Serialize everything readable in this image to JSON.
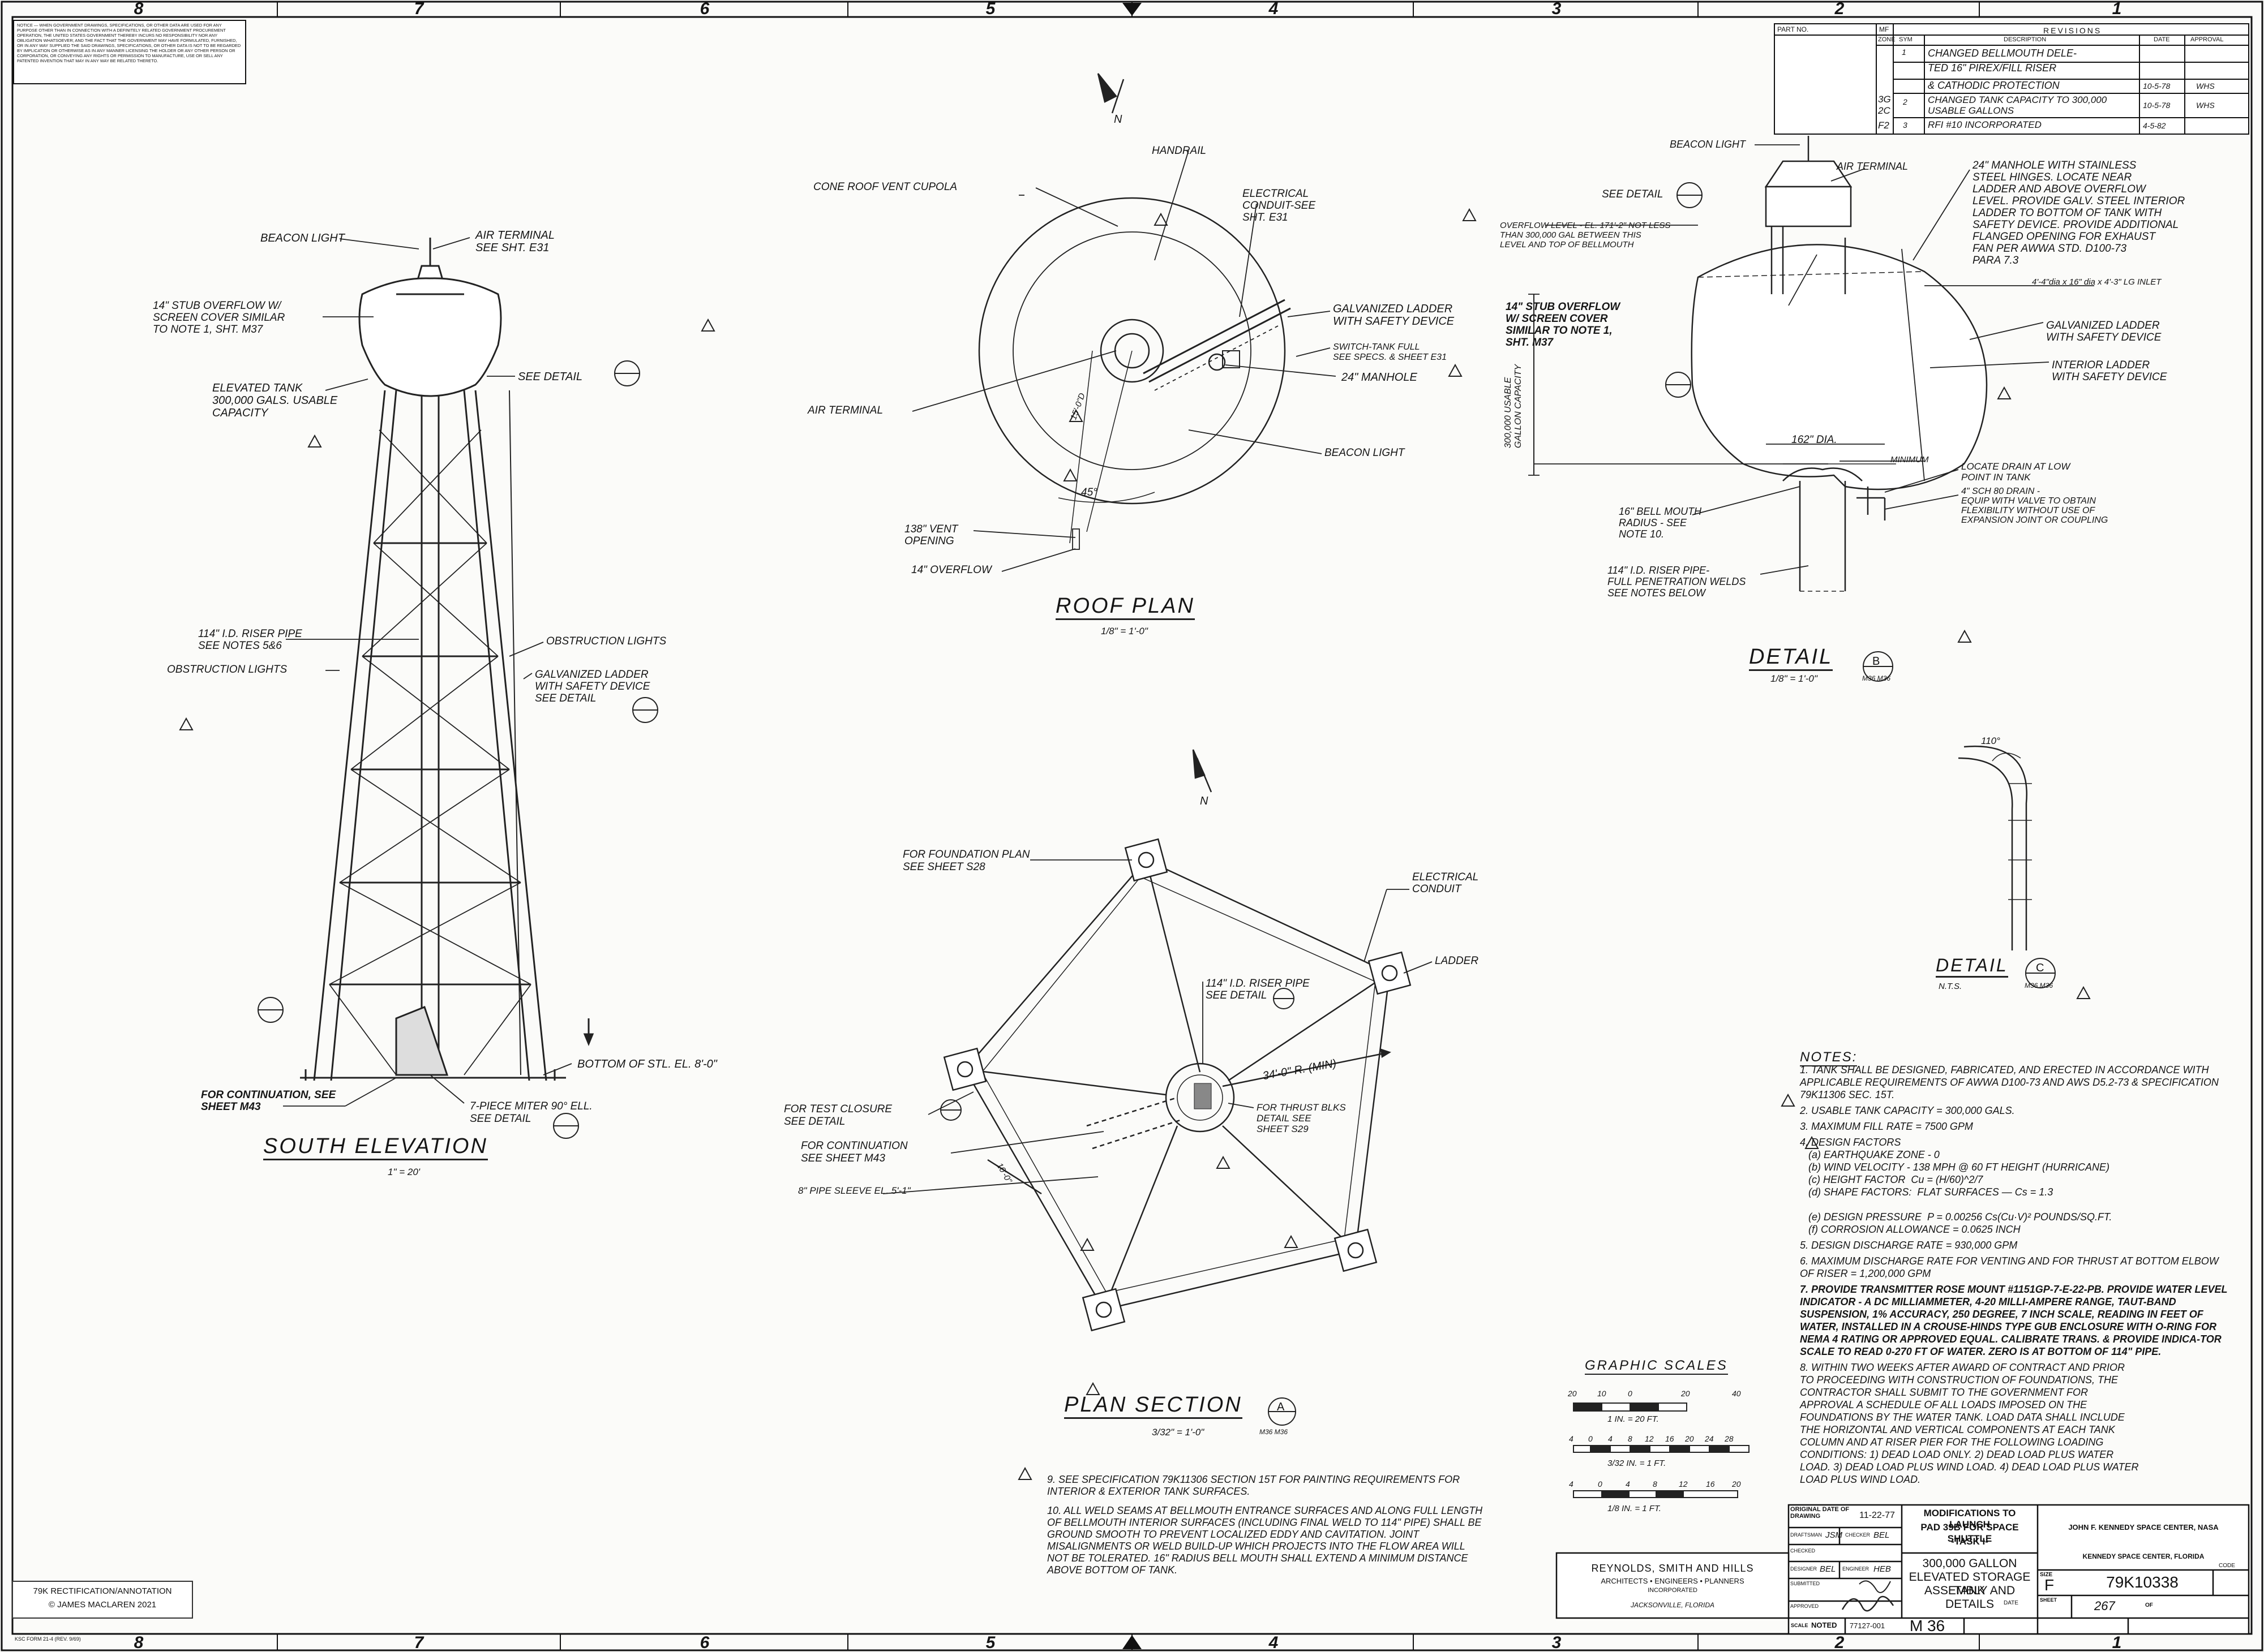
{
  "border": {
    "zones_top": [
      "8",
      "7",
      "6",
      "5",
      "4",
      "3",
      "2",
      "1"
    ],
    "zones_bottom": [
      "8",
      "7",
      "6",
      "5",
      "4",
      "3",
      "2",
      "1"
    ]
  },
  "notice": "NOTICE — WHEN GOVERNMENT DRAWINGS, SPECIFICATIONS, OR OTHER DATA ARE USED FOR ANY PURPOSE OTHER THAN IN CONNECTION WITH A DEFINITELY RELATED GOVERNMENT PROCUREMENT OPERATION, THE UNITED STATES GOVERNMENT THEREBY INCURS NO RESPONSIBILITY NOR ANY OBLIGATION WHATSOEVER; AND THE FACT THAT THE GOVERNMENT MAY HAVE FORMULATED, FURNISHED, OR IN ANY WAY SUPPLIED THE SAID DRAWINGS, SPECIFICATIONS, OR OTHER DATA IS NOT TO BE REGARDED BY IMPLICATION OR OTHERWISE AS IN ANY MANNER LICENSING THE HOLDER OR ANY OTHER PERSON OR CORPORATION, OR CONVEYING ANY RIGHTS OR PERMISSION TO MANUFACTURE, USE OR SELL ANY PATENTED INVENTION THAT MAY IN ANY WAY BE RELATED THERETO.",
  "revisions": {
    "header": "REVISIONS",
    "part_no": "PART NO.",
    "col_mf": "MF",
    "col_zone": "ZONE",
    "col_sym": "SYM",
    "col_desc": "DESCRIPTION",
    "col_date": "DATE",
    "col_approval": "APPROVAL",
    "rows": [
      {
        "zone": "",
        "sym": "1",
        "desc": "CHANGED BELLMOUTH DELE-",
        "date": "",
        "appr": ""
      },
      {
        "zone": "",
        "sym": "",
        "desc": "TED 16\" PIREX/FILL RISER",
        "date": "",
        "appr": ""
      },
      {
        "zone": "",
        "sym": "",
        "desc": "& CATHODIC PROTECTION",
        "date": "10-5-78",
        "appr": "WHS"
      },
      {
        "zone": "3G\n2C",
        "sym": "2",
        "desc": "CHANGED TANK CAPACITY TO 300,000 USABLE GALLONS",
        "date": "10-5-78",
        "appr": "WHS"
      },
      {
        "zone": "F2",
        "sym": "3",
        "desc": "RFI #10 INCORPORATED",
        "date": "4-5-82",
        "appr": ""
      }
    ]
  },
  "south_elevation": {
    "title": "SOUTH ELEVATION",
    "scale": "1\" = 20'",
    "labels": {
      "beacon": "BEACON LIGHT",
      "air_terminal": "AIR TERMINAL\nSEE SHT. E31",
      "stub": "14\" STUB OVERFLOW W/\nSCREEN COVER SIMILAR\nTO NOTE 1, SHT. M37",
      "elevated_tank": "ELEVATED TANK\n300,000 GALS. USABLE\nCAPACITY",
      "see_detail_b": "SEE DETAIL",
      "riser": "114\" I.D. RISER PIPE\nSEE NOTES 5&6",
      "obstruction_left": "OBSTRUCTION LIGHTS",
      "obstruction_right": "OBSTRUCTION LIGHTS",
      "ladder": "GALVANIZED LADDER\nWITH SAFETY DEVICE\nSEE DETAIL",
      "bottom": "BOTTOM OF STL. EL. 8'-0\"",
      "continuation": "FOR CONTINUATION, SEE\nSHEET M43",
      "miter": "7-PIECE MITER 90° ELL.\nSEE DETAIL"
    }
  },
  "roof_plan": {
    "title": "ROOF PLAN",
    "scale": "1/8\" = 1'-0\"",
    "labels": {
      "north": "N",
      "handrail": "HANDRAIL",
      "cupola": "CONE ROOF VENT CUPOLA",
      "conduit": "ELECTRICAL\nCONDUIT-SEE\nSHT. E31",
      "ladder": "GALVANIZED LADDER\nWITH SAFETY DEVICE",
      "switch": "SWITCH-TANK FULL\nSEE SPECS. & SHEET E31",
      "manhole": "24\" MANHOLE",
      "air_terminal": "AIR TERMINAL",
      "beacon": "BEACON LIGHT",
      "vent": "138\" VENT\nOPENING",
      "overflow": "14\" OVERFLOW",
      "angle": "45°",
      "dim": "15'-0\"D"
    }
  },
  "detail_b": {
    "title": "DETAIL",
    "letter": "B",
    "scale": "1/8\" = 1'-0\"",
    "sheets": "M36 M36",
    "labels": {
      "beacon": "BEACON LIGHT",
      "air_terminal": "AIR TERMINAL",
      "see_detail_e": "SEE DETAIL",
      "overflow_level": "OVERFLOW LEVEL - EL. 171'-2\" NOT LESS\nTHAN 300,000 GAL BETWEEN THIS\nLEVEL AND TOP OF BELLMOUTH",
      "manhole": "24\" MANHOLE WITH STAINLESS\nSTEEL HINGES. LOCATE NEAR\nLADDER AND ABOVE OVERFLOW\nLEVEL. PROVIDE GALV. STEEL INTERIOR\nLADDER TO BOTTOM OF TANK WITH\nSAFETY DEVICE. PROVIDE ADDITIONAL\nFLANGED OPENING FOR EXHAUST\nFAN PER AWWA STD. D100-73\nPARA 7.3",
      "inlet": "4'-4\"dia x 16\" dia x 4'-3\" LG INLET",
      "stub": "14\" STUB OVERFLOW\nW/ SCREEN COVER\nSIMILAR TO NOTE 1,\nSHT. M37",
      "galv_ladder": "GALVANIZED LADDER\nWITH SAFETY DEVICE",
      "interior_ladder": "INTERIOR LADDER\nWITH SAFETY DEVICE",
      "capacity": "300,000 USABLE\nGALLON CAPACITY",
      "dia": "162\" DIA.",
      "minimum": "MINIMUM",
      "bellmouth": "16\" BELL MOUTH\nRADIUS - SEE\nNOTE 10.",
      "drain": "LOCATE DRAIN AT LOW\nPOINT IN TANK",
      "sch80": "4\" SCH 80 DRAIN -\nEQUIP WITH VALVE TO OBTAIN\nFLEXIBILITY WITHOUT USE OF\nEXPANSION JOINT OR COUPLING",
      "riser": "114\" I.D. RISER PIPE-\nFULL PENETRATION WELDS\nSEE NOTES BELOW"
    }
  },
  "detail_c": {
    "title": "DETAIL",
    "letter": "C",
    "scale": "N.T.S.",
    "sheets": "M36 M36",
    "angle": "110°"
  },
  "plan_section": {
    "title": "PLAN SECTION",
    "letter": "A",
    "scale": "3/32\" = 1'-0\"",
    "sheets": "M36 M36",
    "labels": {
      "north": "N",
      "foundation": "FOR FOUNDATION PLAN\nSEE SHEET S28",
      "conduit": "ELECTRICAL\nCONDUIT",
      "ladder": "LADDER",
      "riser": "114\" I.D. RISER PIPE\nSEE DETAIL",
      "dia": "34'-0\" R. (MIN)",
      "thrust": "FOR THRUST BLKS\nDETAIL SEE\nSHEET S29",
      "closure": "FOR TEST CLOSURE\nSEE DETAIL",
      "continuation": "FOR CONTINUATION\nSEE SHEET M43",
      "sleeve": "8\" PIPE SLEEVE EL. 5'-1\"",
      "dim": "10'-0\""
    }
  },
  "graphic_scales": {
    "title": "GRAPHIC SCALES",
    "s1_ticks": [
      "20",
      "10",
      "0",
      "20",
      "40"
    ],
    "s1_label": "1 IN. = 20 FT.",
    "s2_ticks": [
      "4",
      "0",
      "4",
      "8",
      "12",
      "16",
      "20",
      "24",
      "28"
    ],
    "s2_label": "3/32 IN. = 1 FT.",
    "s3_ticks": [
      "4",
      "0",
      "4",
      "8",
      "12",
      "16",
      "20"
    ],
    "s3_label": "1/8 IN. = 1 FT."
  },
  "notes_heading": "NOTES:",
  "notes": [
    "1. TANK SHALL BE DESIGNED, FABRICATED, AND ERECTED IN ACCORDANCE WITH APPLICABLE REQUIREMENTS OF AWWA D100-73 AND AWS D5.2-73 & SPECIFICATION 79K11306 SEC. 15T.",
    "2. USABLE TANK CAPACITY = 300,000 GALS.",
    "3. MAXIMUM FILL RATE = 7500 GPM",
    "4. DESIGN FACTORS\n   (a) EARTHQUAKE ZONE - 0\n   (b) WIND VELOCITY - 138 MPH @ 60 FT HEIGHT (HURRICANE)\n   (c) HEIGHT FACTOR  Cu = (H/60)^2/7\n   (d) SHAPE FACTORS:  FLAT SURFACES — Cs = 1.3\n\n   (e) DESIGN PRESSURE  P = 0.00256 Cs(Cu·V)² POUNDS/SQ.FT.\n   (f) CORROSION ALLOWANCE = 0.0625 INCH",
    "5. DESIGN DISCHARGE RATE = 930,000 GPM",
    "6. MAXIMUM DISCHARGE RATE FOR VENTING AND FOR THRUST AT BOTTOM ELBOW OF RISER = 1,200,000 GPM",
    "7. PROVIDE TRANSMITTER ROSE MOUNT #1151GP-7-E-22-PB. PROVIDE WATER LEVEL INDICATOR - A DC MILLIAMMETER, 4-20 MILLI-AMPERE RANGE, TAUT-BAND SUSPENSION, 1% ACCURACY, 250 DEGREE, 7 INCH SCALE, READING IN FEET OF WATER, INSTALLED IN A CROUSE-HINDS TYPE GUB ENCLOSURE WITH O-RING FOR NEMA 4 RATING OR APPROVED EQUAL. CALIBRATE TRANS. & PROVIDE INDICA-TOR SCALE TO READ 0-270 FT OF WATER. ZERO IS AT BOTTOM OF 114\" PIPE.",
    "8. WITHIN TWO WEEKS AFTER AWARD OF CONTRACT AND PRIOR TO PROCEEDING WITH CONSTRUCTION OF FOUNDATIONS, THE CONTRACTOR SHALL SUBMIT TO THE GOVERNMENT FOR APPROVAL A SCHEDULE OF ALL LOADS IMPOSED ON THE FOUNDATIONS BY THE WATER TANK. LOAD DATA SHALL INCLUDE THE HORIZONTAL AND VERTICAL COMPONENTS AT EACH TANK COLUMN AND AT RISER PIER FOR THE FOLLOWING LOADING CONDITIONS: 1) DEAD LOAD ONLY. 2) DEAD LOAD PLUS WATER LOAD. 3) DEAD LOAD PLUS WIND LOAD. 4) DEAD LOAD PLUS WATER LOAD PLUS WIND LOAD.",
    "9. SEE SPECIFICATION 79K11306 SECTION 15T FOR PAINTING REQUIREMENTS FOR INTERIOR & EXTERIOR TANK SURFACES.",
    "10. ALL WELD SEAMS AT BELLMOUTH ENTRANCE SURFACES AND ALONG FULL LENGTH OF BELLMOUTH INTERIOR SURFACES (INCLUDING FINAL WELD TO 114\" PIPE) SHALL BE GROUND SMOOTH TO PREVENT LOCALIZED EDDY AND CAVITATION. JOINT MISALIGNMENTS OR WELD BUILD-UP WHICH PROJECTS INTO THE FLOW AREA WILL NOT BE TOLERATED. 16\" RADIUS BELL MOUTH SHALL EXTEND A MINIMUM DISTANCE ABOVE BOTTOM OF TANK."
  ],
  "title_block": {
    "original_date_label": "ORIGINAL DATE OF DRAWING",
    "original_date": "11-22-77",
    "draftsman_label": "DRAFTSMAN",
    "draftsman": "JSM",
    "checker_label": "CHECKER",
    "checker": "BEL",
    "checked_label": "CHECKED",
    "designer_label": "DESIGNER",
    "designer": "BEL",
    "engineer_label": "ENGINEER",
    "engineer": "HEB",
    "submitted_label": "SUBMITTED",
    "approved_label": "APPROVED",
    "project_l1": "MODIFICATIONS TO LAUNCH",
    "project_l2": "PAD 39B  FOR SPACE SHUTTLE",
    "project_l3": "-TASK I-",
    "drawing_l1": "300,000  GALLON",
    "drawing_l2": "ELEVATED STORAGE TANK",
    "drawing_l3": "ASSEMBLY AND DETAILS",
    "agency": "JOHN F. KENNEDY SPACE CENTER, NASA",
    "location": "KENNEDY SPACE CENTER, FLORIDA",
    "size_label": "SIZE",
    "size": "F",
    "drawing_no": "79K10338",
    "code_label": "CODE",
    "sheet_label": "SHEET",
    "sheet": "267",
    "of_label": "OF",
    "scale_label": "SCALE",
    "scale": "NOTED",
    "job_no": "77127-001",
    "sheet_id": "M 36",
    "date_label": "DATE",
    "firm_l1": "REYNOLDS, SMITH AND HILLS",
    "firm_l2": "ARCHITECTS • ENGINEERS • PLANNERS",
    "firm_l3": "INCORPORATED",
    "firm_l4": "JACKSONVILLE, FLORIDA"
  },
  "annotation_credit": {
    "line1": "79K RECTIFICATION/ANNOTATION",
    "line2": "© JAMES MACLAREN 2021"
  },
  "form_no": "KSC FORM 21-4 (REV. 9/69)"
}
